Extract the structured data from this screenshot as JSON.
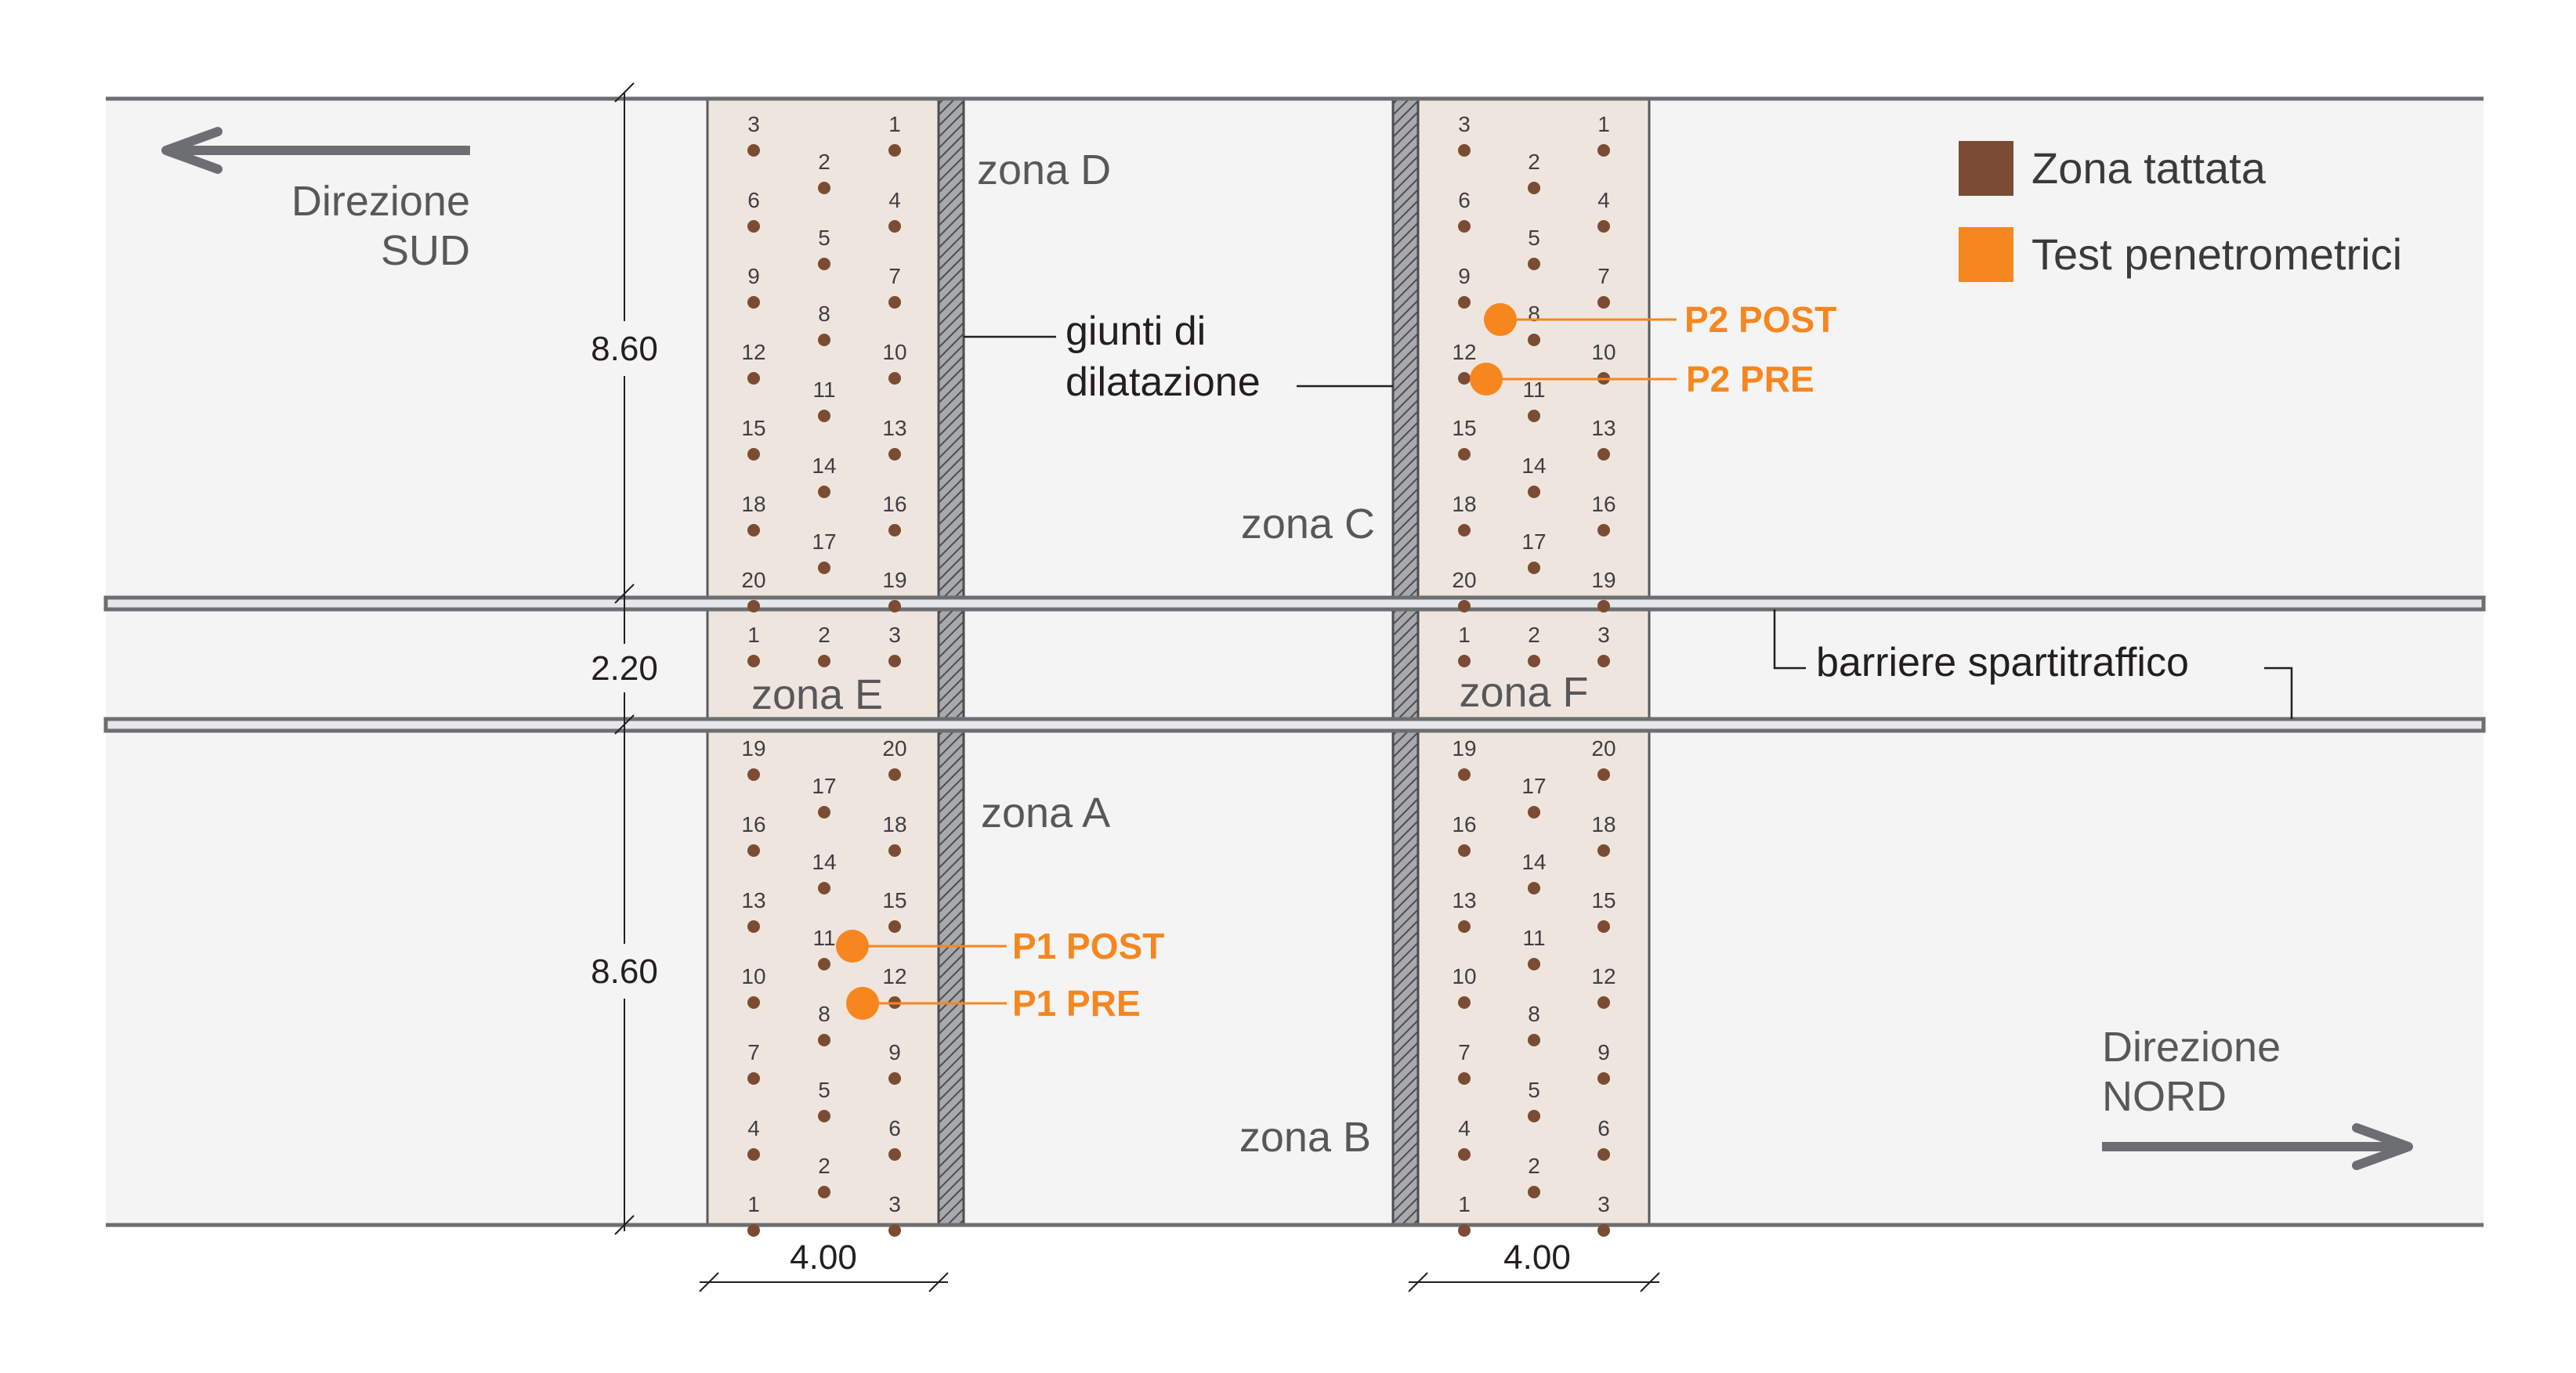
{
  "directions": {
    "south": [
      "Direzione",
      "SUD"
    ],
    "north": [
      "Direzione",
      "NORD"
    ]
  },
  "zones": {
    "a": "zona A",
    "b": "zona B",
    "c": "zona C",
    "d": "zona D",
    "e": "zona E",
    "f": "zona F"
  },
  "dimensions": {
    "upper_lane": "8.60",
    "median": "2.20",
    "lower_lane": "8.60",
    "width_left": "4.00",
    "width_right": "4.00"
  },
  "annotations": {
    "joints": [
      "giunti di",
      "dilatazione"
    ],
    "barriers": "barriere spartitraffico"
  },
  "legend": [
    {
      "label": "Zona tattata",
      "color": "#7b4c33"
    },
    {
      "label": "Test penetrometrici",
      "color": "#f7861f"
    }
  ],
  "tests": {
    "p1_post": "P1 POST",
    "p1_pre": "P1 PRE",
    "p2_post": "P2 POST",
    "p2_pre": "P2 PRE"
  },
  "colors": {
    "road": "#f4f4f4",
    "zone_fill": "#efe5df",
    "point": "#7b4c33",
    "test": "#f7861f",
    "line": "#6d6e71"
  },
  "point_labels": {
    "upper": [
      [
        "3",
        "2",
        "1"
      ],
      [
        "6",
        "5",
        "4"
      ],
      [
        "9",
        "8",
        "7"
      ],
      [
        "12",
        "11",
        "10"
      ],
      [
        "15",
        "14",
        "13"
      ],
      [
        "18",
        "17",
        "16"
      ],
      [
        "20",
        "",
        "19"
      ]
    ],
    "median": [
      [
        "1",
        "2",
        "3"
      ]
    ],
    "lower": [
      [
        "19",
        "17",
        "20"
      ],
      [
        "16",
        "14",
        "18"
      ],
      [
        "13",
        "11",
        "15"
      ],
      [
        "10",
        "8",
        "12"
      ],
      [
        "7",
        "5",
        "9"
      ],
      [
        "4",
        "2",
        "6"
      ],
      [
        "1",
        "",
        "3"
      ]
    ]
  }
}
